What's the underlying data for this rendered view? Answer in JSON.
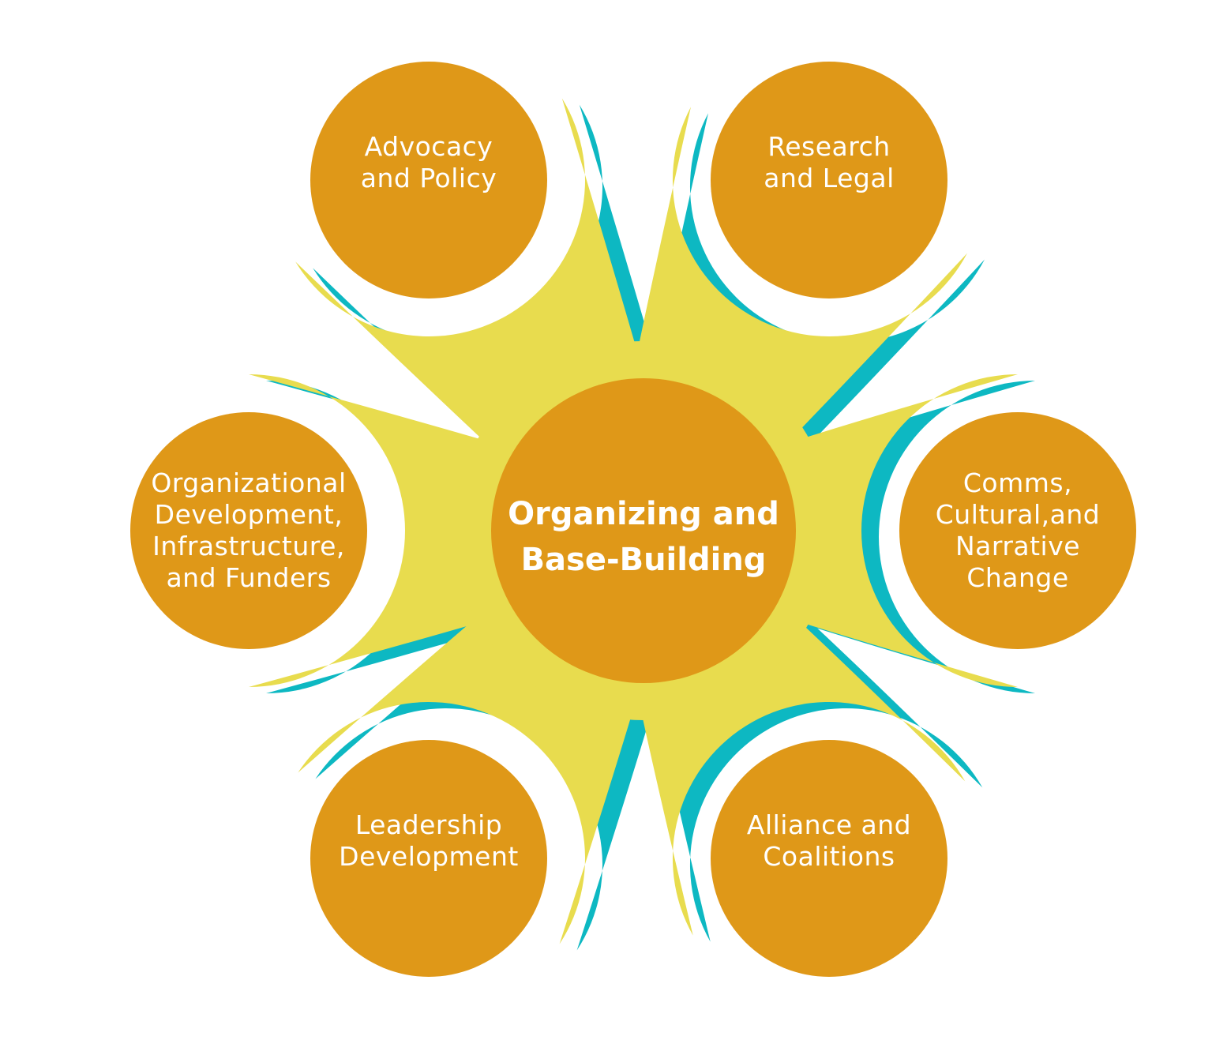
{
  "colors": {
    "petal": "#E8DC4E",
    "shadow": "#0DB8C2",
    "node": "#DF9818",
    "text": "#FFFFFF",
    "background": "#FFFFFF"
  },
  "center": {
    "label_lines": [
      "Organizing and",
      "Base-Building"
    ]
  },
  "petals": [
    {
      "id": "advocacy-and-policy",
      "label_lines": [
        "Advocacy",
        "and Policy"
      ]
    },
    {
      "id": "research-and-legal",
      "label_lines": [
        "Research",
        "and Legal"
      ]
    },
    {
      "id": "comms-cultural-narrative-change",
      "label_lines": [
        "Comms,",
        "Cultural,and",
        "Narrative",
        "Change"
      ]
    },
    {
      "id": "alliance-and-coalitions",
      "label_lines": [
        "Alliance and",
        "Coalitions"
      ]
    },
    {
      "id": "leadership-development",
      "label_lines": [
        "Leadership",
        "Development"
      ]
    },
    {
      "id": "organizational-development",
      "label_lines": [
        "Organizational",
        "Development,",
        "Infrastructure,",
        "and Funders"
      ]
    }
  ]
}
